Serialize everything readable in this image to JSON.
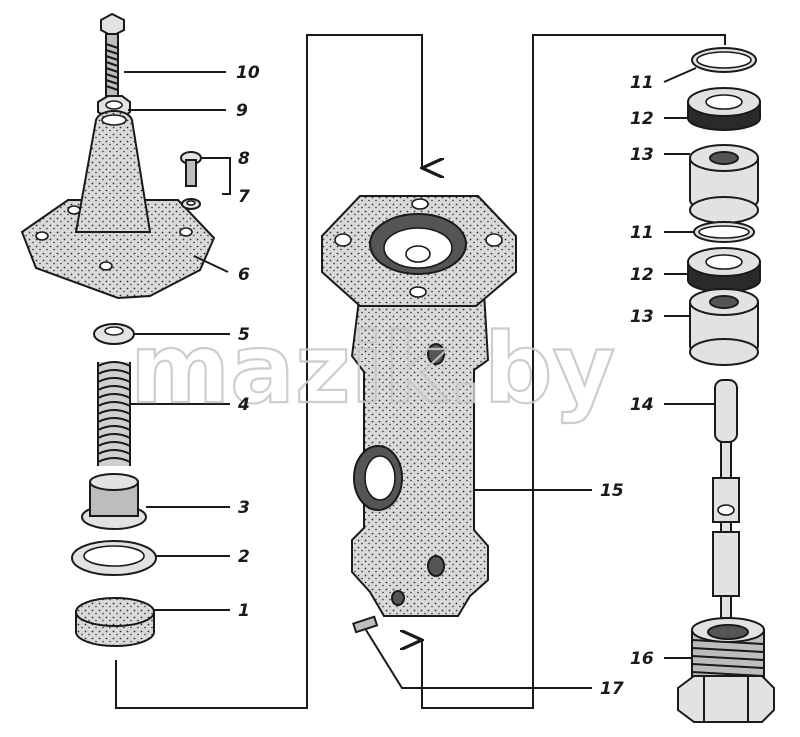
{
  "figure": {
    "watermark": "mazik.by",
    "labels": [
      {
        "id": "10",
        "text": "10"
      },
      {
        "id": "9",
        "text": "9"
      },
      {
        "id": "8",
        "text": "8"
      },
      {
        "id": "7",
        "text": "7"
      },
      {
        "id": "6",
        "text": "6"
      },
      {
        "id": "5",
        "text": "5"
      },
      {
        "id": "4",
        "text": "4"
      },
      {
        "id": "3",
        "text": "3"
      },
      {
        "id": "2",
        "text": "2"
      },
      {
        "id": "1",
        "text": "1"
      },
      {
        "id": "15",
        "text": "15"
      },
      {
        "id": "17",
        "text": "17"
      },
      {
        "id": "11a",
        "text": "11"
      },
      {
        "id": "12a",
        "text": "12"
      },
      {
        "id": "13a",
        "text": "13"
      },
      {
        "id": "11b",
        "text": "11"
      },
      {
        "id": "12b",
        "text": "12"
      },
      {
        "id": "13b",
        "text": "13"
      },
      {
        "id": "14",
        "text": "14"
      },
      {
        "id": "16",
        "text": "16"
      }
    ]
  }
}
